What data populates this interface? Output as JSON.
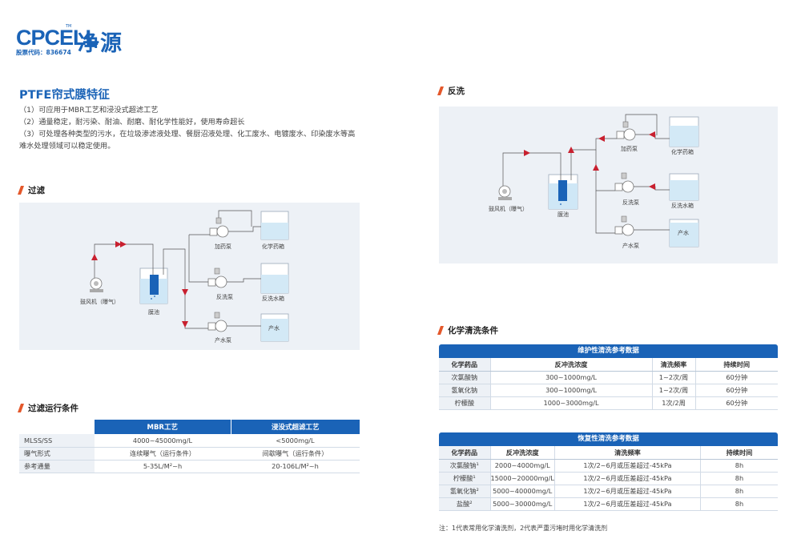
{
  "brand": {
    "logo_text": "CPCELL",
    "tm": "TM",
    "name_cn": "净源",
    "stock_code": "股票代码：836674"
  },
  "intro": {
    "title": "PTFE帘式膜特征",
    "lines": [
      "（1）可应用于MBR工艺和浸没式超滤工艺",
      "（2）通量稳定，耐污染、耐油、耐磨、耐化学性能好，使用寿命超长",
      "（3）可处理各种类型的污水，在垃圾渗滤液处理、餐厨沼液处理、化工废水、电镀废水、印染废水等高",
      "难水处理领域可以稳定使用。"
    ]
  },
  "filtration": {
    "title": "过滤",
    "labels": {
      "blower": "鼓风机（曝气）",
      "tank": "膜池",
      "dosing_pump": "加药泵",
      "chem_tank": "化学药箱",
      "backwash_pump": "反洗泵",
      "backwash_tank": "反洗水箱",
      "product_pump": "产水泵",
      "product_water": "产水"
    }
  },
  "backwash": {
    "title": "反洗",
    "labels": {
      "blower": "鼓风机（曝气）",
      "tank": "膜池",
      "dosing_pump": "加药泵",
      "chem_tank": "化学药箱",
      "backwash_pump": "反洗泵",
      "backwash_tank": "反洗水箱",
      "product_pump": "产水泵",
      "product_water": "产水"
    }
  },
  "run_conditions": {
    "title": "过滤运行条件",
    "headers": [
      "",
      "MBR工艺",
      "浸没式超滤工艺"
    ],
    "rows": [
      [
        "MLSS/SS",
        "4000~45000mg/L",
        "<5000mg/L"
      ],
      [
        "曝气形式",
        "连续曝气（运行条件）",
        "间歇曝气（运行条件）"
      ],
      [
        "参考通量",
        "5-35L/M²~h",
        "20-106L/M²~h"
      ]
    ]
  },
  "chem_cleaning": {
    "title": "化学清洗条件",
    "maintenance": {
      "caption": "维护性清洗参考数据",
      "headers": [
        "化学药品",
        "反冲洗浓度",
        "清洗频率",
        "持续时间"
      ],
      "rows": [
        [
          "次氯酸钠",
          "300~1000mg/L",
          "1~2次/周",
          "60分钟"
        ],
        [
          "氢氧化钠",
          "300~1000mg/L",
          "1~2次/周",
          "60分钟"
        ],
        [
          "柠檬酸",
          "1000~3000mg/L",
          "1次/2周",
          "60分钟"
        ]
      ]
    },
    "recovery": {
      "caption": "恢复性清洗参考数据",
      "headers": [
        "化学药品",
        "反冲洗浓度",
        "清洗频率",
        "持续时间"
      ],
      "rows": [
        [
          "次氯酸钠¹",
          "2000~4000mg/L",
          "1次/2~6月或压差超过-45kPa",
          "8h"
        ],
        [
          "柠檬酸¹",
          "15000~20000mg/L",
          "1次/2~6月或压差超过-45kPa",
          "8h"
        ],
        [
          "氢氧化钠²",
          "5000~40000mg/L",
          "1次/2~6月或压差超过-45kPa",
          "8h"
        ],
        [
          "盐酸²",
          "5000~30000mg/L",
          "1次/2~6月或压差超过-45kPa",
          "8h"
        ]
      ]
    },
    "note": "注：1代表常用化学清洗剂，2代表严重污堵时用化学清洗剂"
  },
  "colors": {
    "brand_blue": "#1a63b7",
    "accent_orange": "#e4582b",
    "flow_red": "#c8202f",
    "panel_bg": "#edf1f6"
  }
}
